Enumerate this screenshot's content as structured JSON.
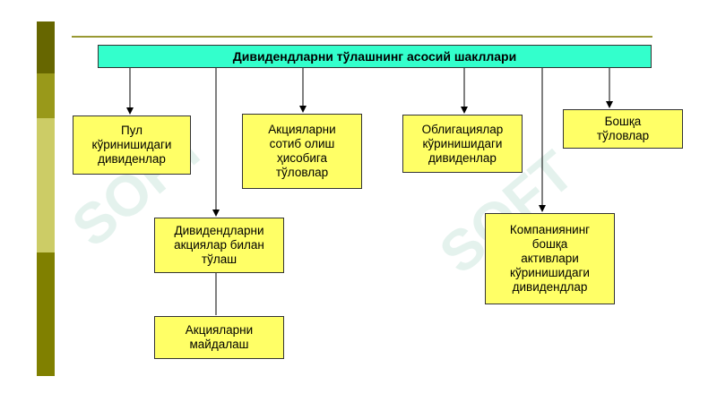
{
  "title": "Дивидендларни тўлашнинг асосий шакллари",
  "watermark": "SOFT",
  "colors": {
    "header_bg": "#33ffcc",
    "box_bg": "#ffff66",
    "sidebar": "#808000"
  },
  "boxes": {
    "cash": "Пул\nкўринишидаги\nдивиденлар",
    "buyback": "Акцияларни\nсотиб олиш\nҳисобига\nтўловлар",
    "bonds": "Облигациялар\nкўринишидаги\nдивиденлар",
    "other": "Бошқа\nтўловлар",
    "shares": "Дивидендларни\nакциялар билан\nтўлаш",
    "split": "Акцияларни\nмайдалаш",
    "assets": "Компаниянинг\nбошқа\nактивлари\nкўринишидаги\nдивидендлар"
  }
}
